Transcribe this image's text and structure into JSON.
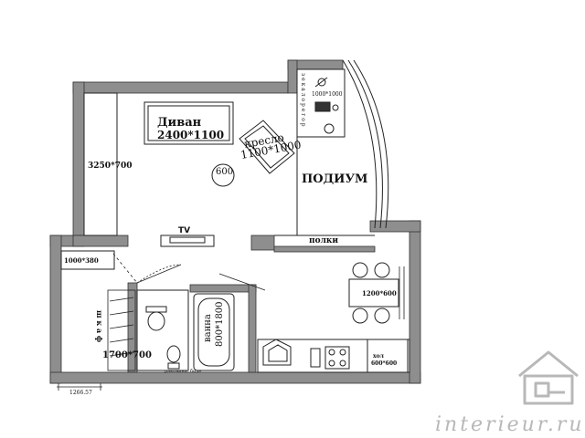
{
  "labels": {
    "sofa": "Диван",
    "sofa_size": "2400*1100",
    "armchair": "кресло",
    "armchair_size": "1100*1000",
    "round_table": "600",
    "left_unit": "3250*700",
    "tv": "TV",
    "podium": "ПОДИУМ",
    "shelves": "полки",
    "closet_size": "1000*1000",
    "closet_vertical": "з е к а л о р е г о р",
    "entry_size": "1000*380",
    "wardrobe_vertical": "ш к а ф",
    "wardrobe_size": "1700*700",
    "bath": "ванна",
    "bath_size": "800*1800",
    "sink": "раковина, биде",
    "dining_table": "1200*600",
    "fridge": "хол",
    "fridge_size": "600*600",
    "door_width": "1266.57",
    "watermark": "interieur.ru"
  },
  "colors": {
    "wall": "#8e8e8e",
    "line": "#222222",
    "watermark": "#b8b8b8",
    "background": "#ffffff"
  },
  "icons": [
    "house-watermark-icon",
    "toilet-icon",
    "bidet-icon",
    "stove-icon",
    "sink-icon",
    "lamp-icon"
  ]
}
